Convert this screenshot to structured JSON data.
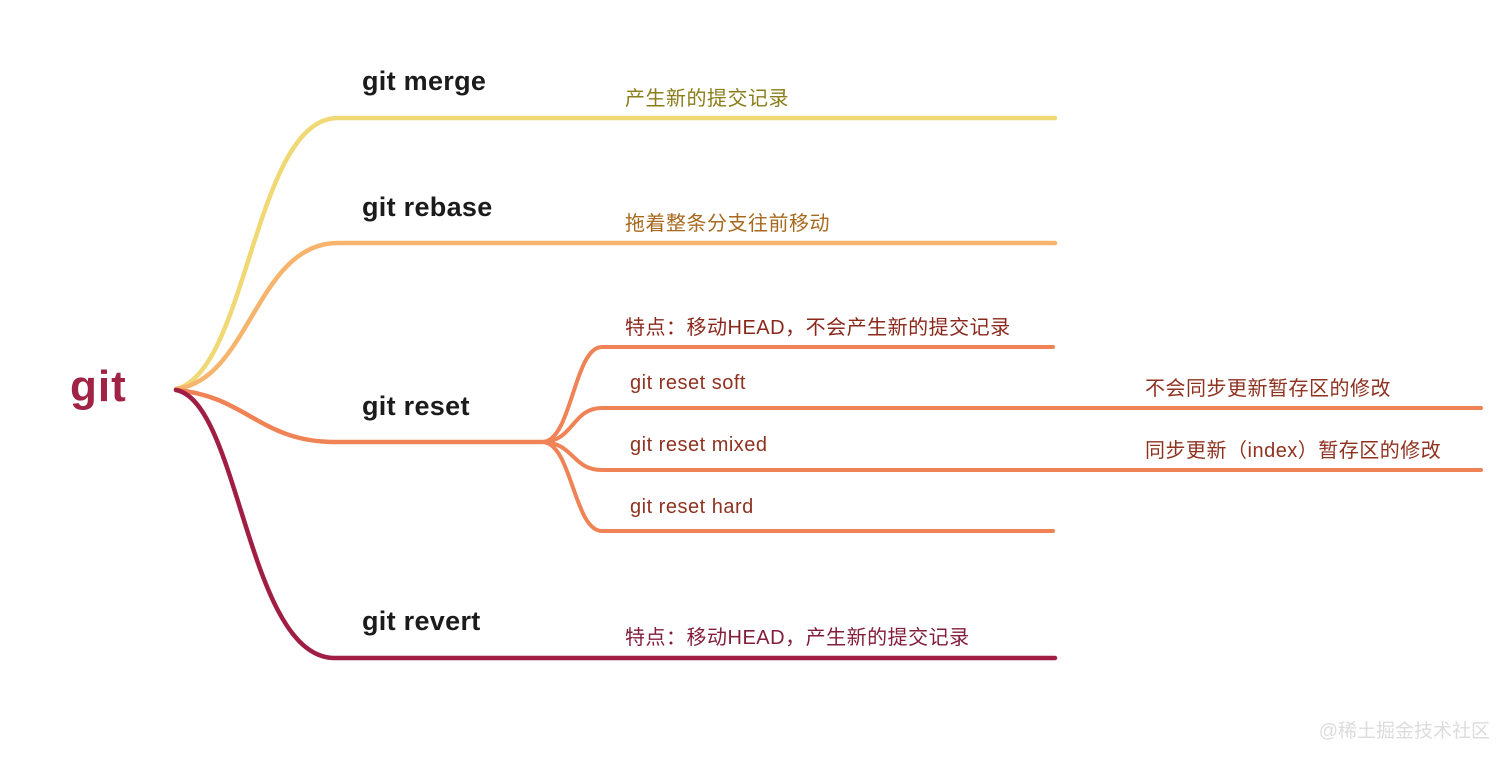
{
  "root": {
    "label": "git",
    "color": "#a02346"
  },
  "branches": [
    {
      "name": "git merge",
      "line_color": "#f0d875",
      "note": "产生新的提交记录",
      "note_color": "#8a7d1a"
    },
    {
      "name": "git rebase",
      "line_color": "#f6b46c",
      "note": "拖着整条分支往前移动",
      "note_color": "#a8691e"
    },
    {
      "name": "git reset",
      "line_color": "#f08355",
      "note": "特点：移动HEAD，不会产生新的提交记录",
      "note_color": "#8b281c",
      "children": [
        {
          "name": "git reset soft",
          "note": "不会同步更新暂存区的修改",
          "color": "#8f3220"
        },
        {
          "name": "git reset mixed",
          "note": "同步更新（index）暂存区的修改",
          "color": "#8f3220"
        },
        {
          "name": "git reset hard",
          "note": "",
          "color": "#8f3220"
        }
      ]
    },
    {
      "name": "git revert",
      "line_color": "#a01e44",
      "note": "特点：移动HEAD，产生新的提交记录",
      "note_color": "#821d3a"
    }
  ],
  "node_label_color": "#1b1b1b",
  "watermark": {
    "text": "@稀土掘金技术社区",
    "color": "#dcdcdc"
  }
}
